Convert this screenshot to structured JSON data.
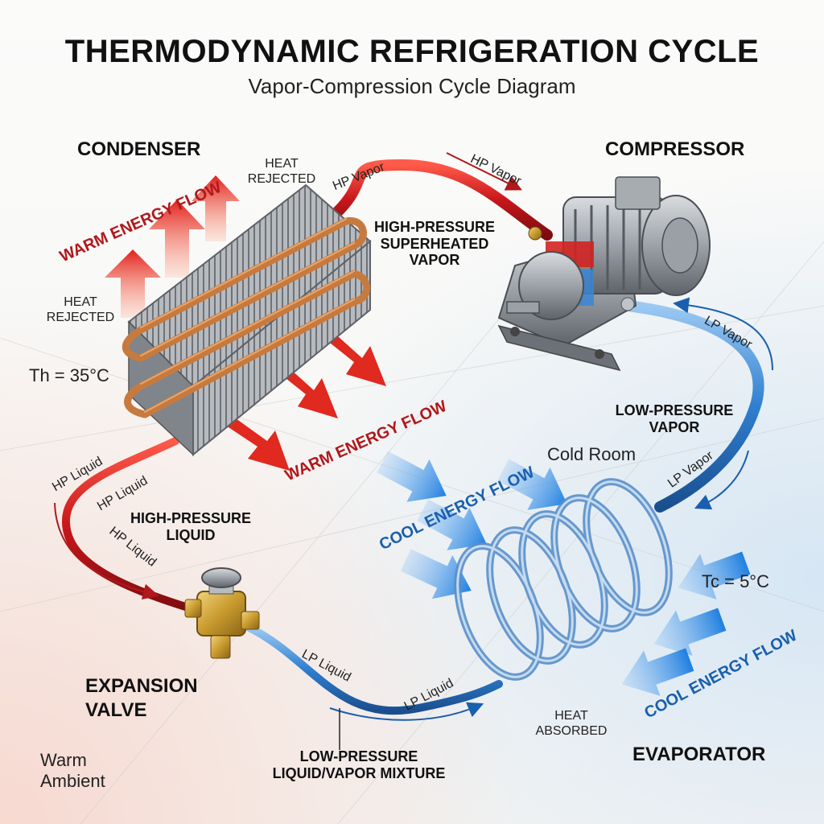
{
  "title": "THERMODYNAMIC REFRIGERATION CYCLE",
  "subtitle": "Vapor-Compression Cycle Diagram",
  "components": {
    "condenser": "CONDENSER",
    "compressor": "COMPRESSOR",
    "expansion_valve": "EXPANSION\nVALVE",
    "evaporator": "EVAPORATOR"
  },
  "states": {
    "hp_superheated_vapor": "HIGH-PRESSURE\nSUPERHEATED\nVAPOR",
    "lp_vapor": "LOW-PRESSURE\nVAPOR",
    "hp_liquid": "HIGH-PRESSURE\nLIQUID",
    "lp_mixture": "LOW-PRESSURE\nLIQUID/VAPOR MIXTURE"
  },
  "pipe_tags": {
    "hp_vapor": "HP Vapor",
    "lp_vapor": "LP Vapor",
    "hp_liquid": "HP Liquid",
    "lp_liquid": "LP Liquid"
  },
  "heat": {
    "rejected": "HEAT\nREJECTED",
    "absorbed": "HEAT\nABSORBED"
  },
  "flows": {
    "warm": "WARM ENERGY FLOW",
    "cool": "COOL ENERGY FLOW"
  },
  "temperatures": {
    "hot": "Th = 35°C",
    "cold": "Tc = 5°C"
  },
  "zones": {
    "cold_room": "Cold Room",
    "warm_ambient": "Warm\nAmbient"
  },
  "colors": {
    "hot_pipe": "#c8171b",
    "cold_pipe": "#2f7fd0",
    "copper": "#c77a3e",
    "warm_text": "#b0181b",
    "cool_text": "#1a5fae"
  }
}
